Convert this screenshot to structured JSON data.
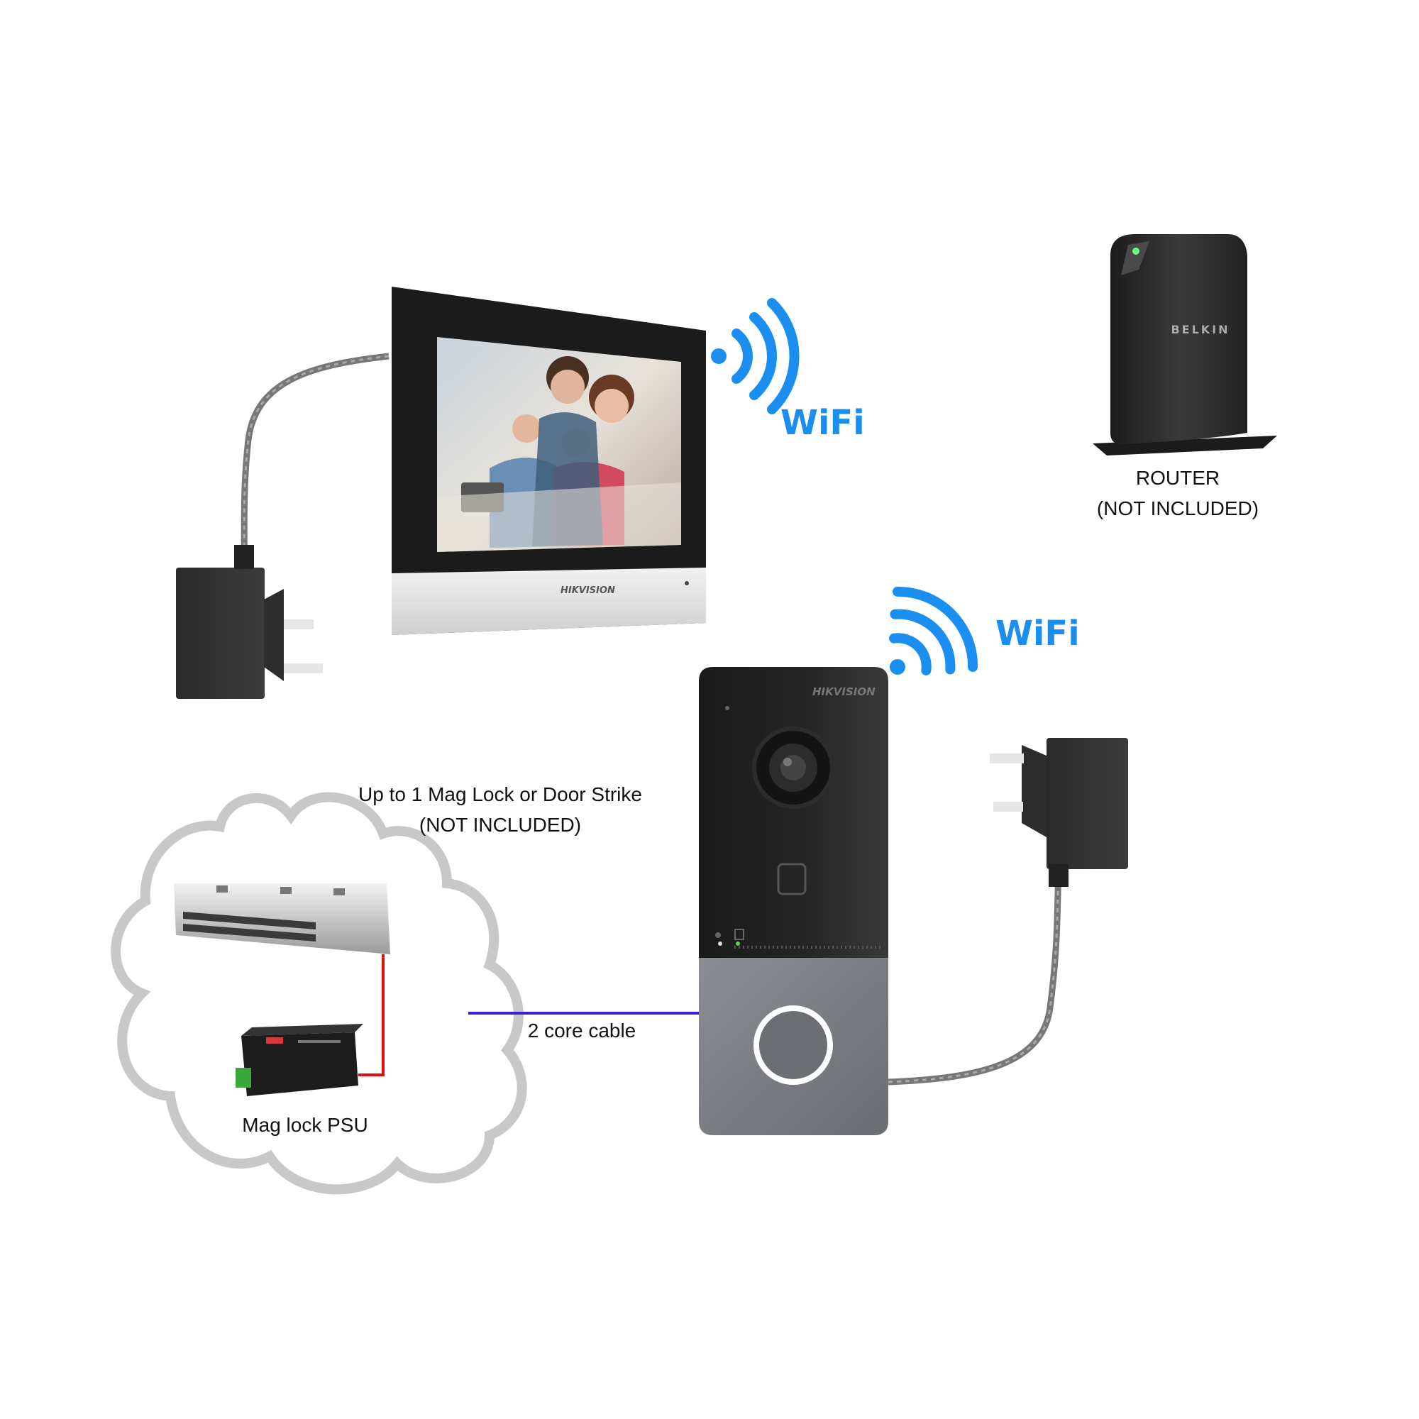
{
  "wifi": {
    "monitor_label": "WiFi",
    "doorbell_label": "WiFi"
  },
  "router": {
    "brand": "BELKIN",
    "label_line1": "ROUTER",
    "label_line2": "(NOT INCLUDED)"
  },
  "monitor": {
    "brand": "HIKVISION"
  },
  "doorbell": {
    "brand": "HIKVISION"
  },
  "lock": {
    "label_line1": "Up to 1 Mag Lock or Door Strike",
    "label_line2": "(NOT INCLUDED)",
    "psu_label": "Mag lock PSU"
  },
  "cable": {
    "label": "2 core cable"
  },
  "colors": {
    "wifi": "#1a8ff0",
    "cable": "#3a1fd6",
    "lock_wire": "#e01010",
    "cloud_outline": "#c8c8c8",
    "device_dark": "#1e1e1e",
    "doorbell_bottom": "#7a7d82"
  }
}
